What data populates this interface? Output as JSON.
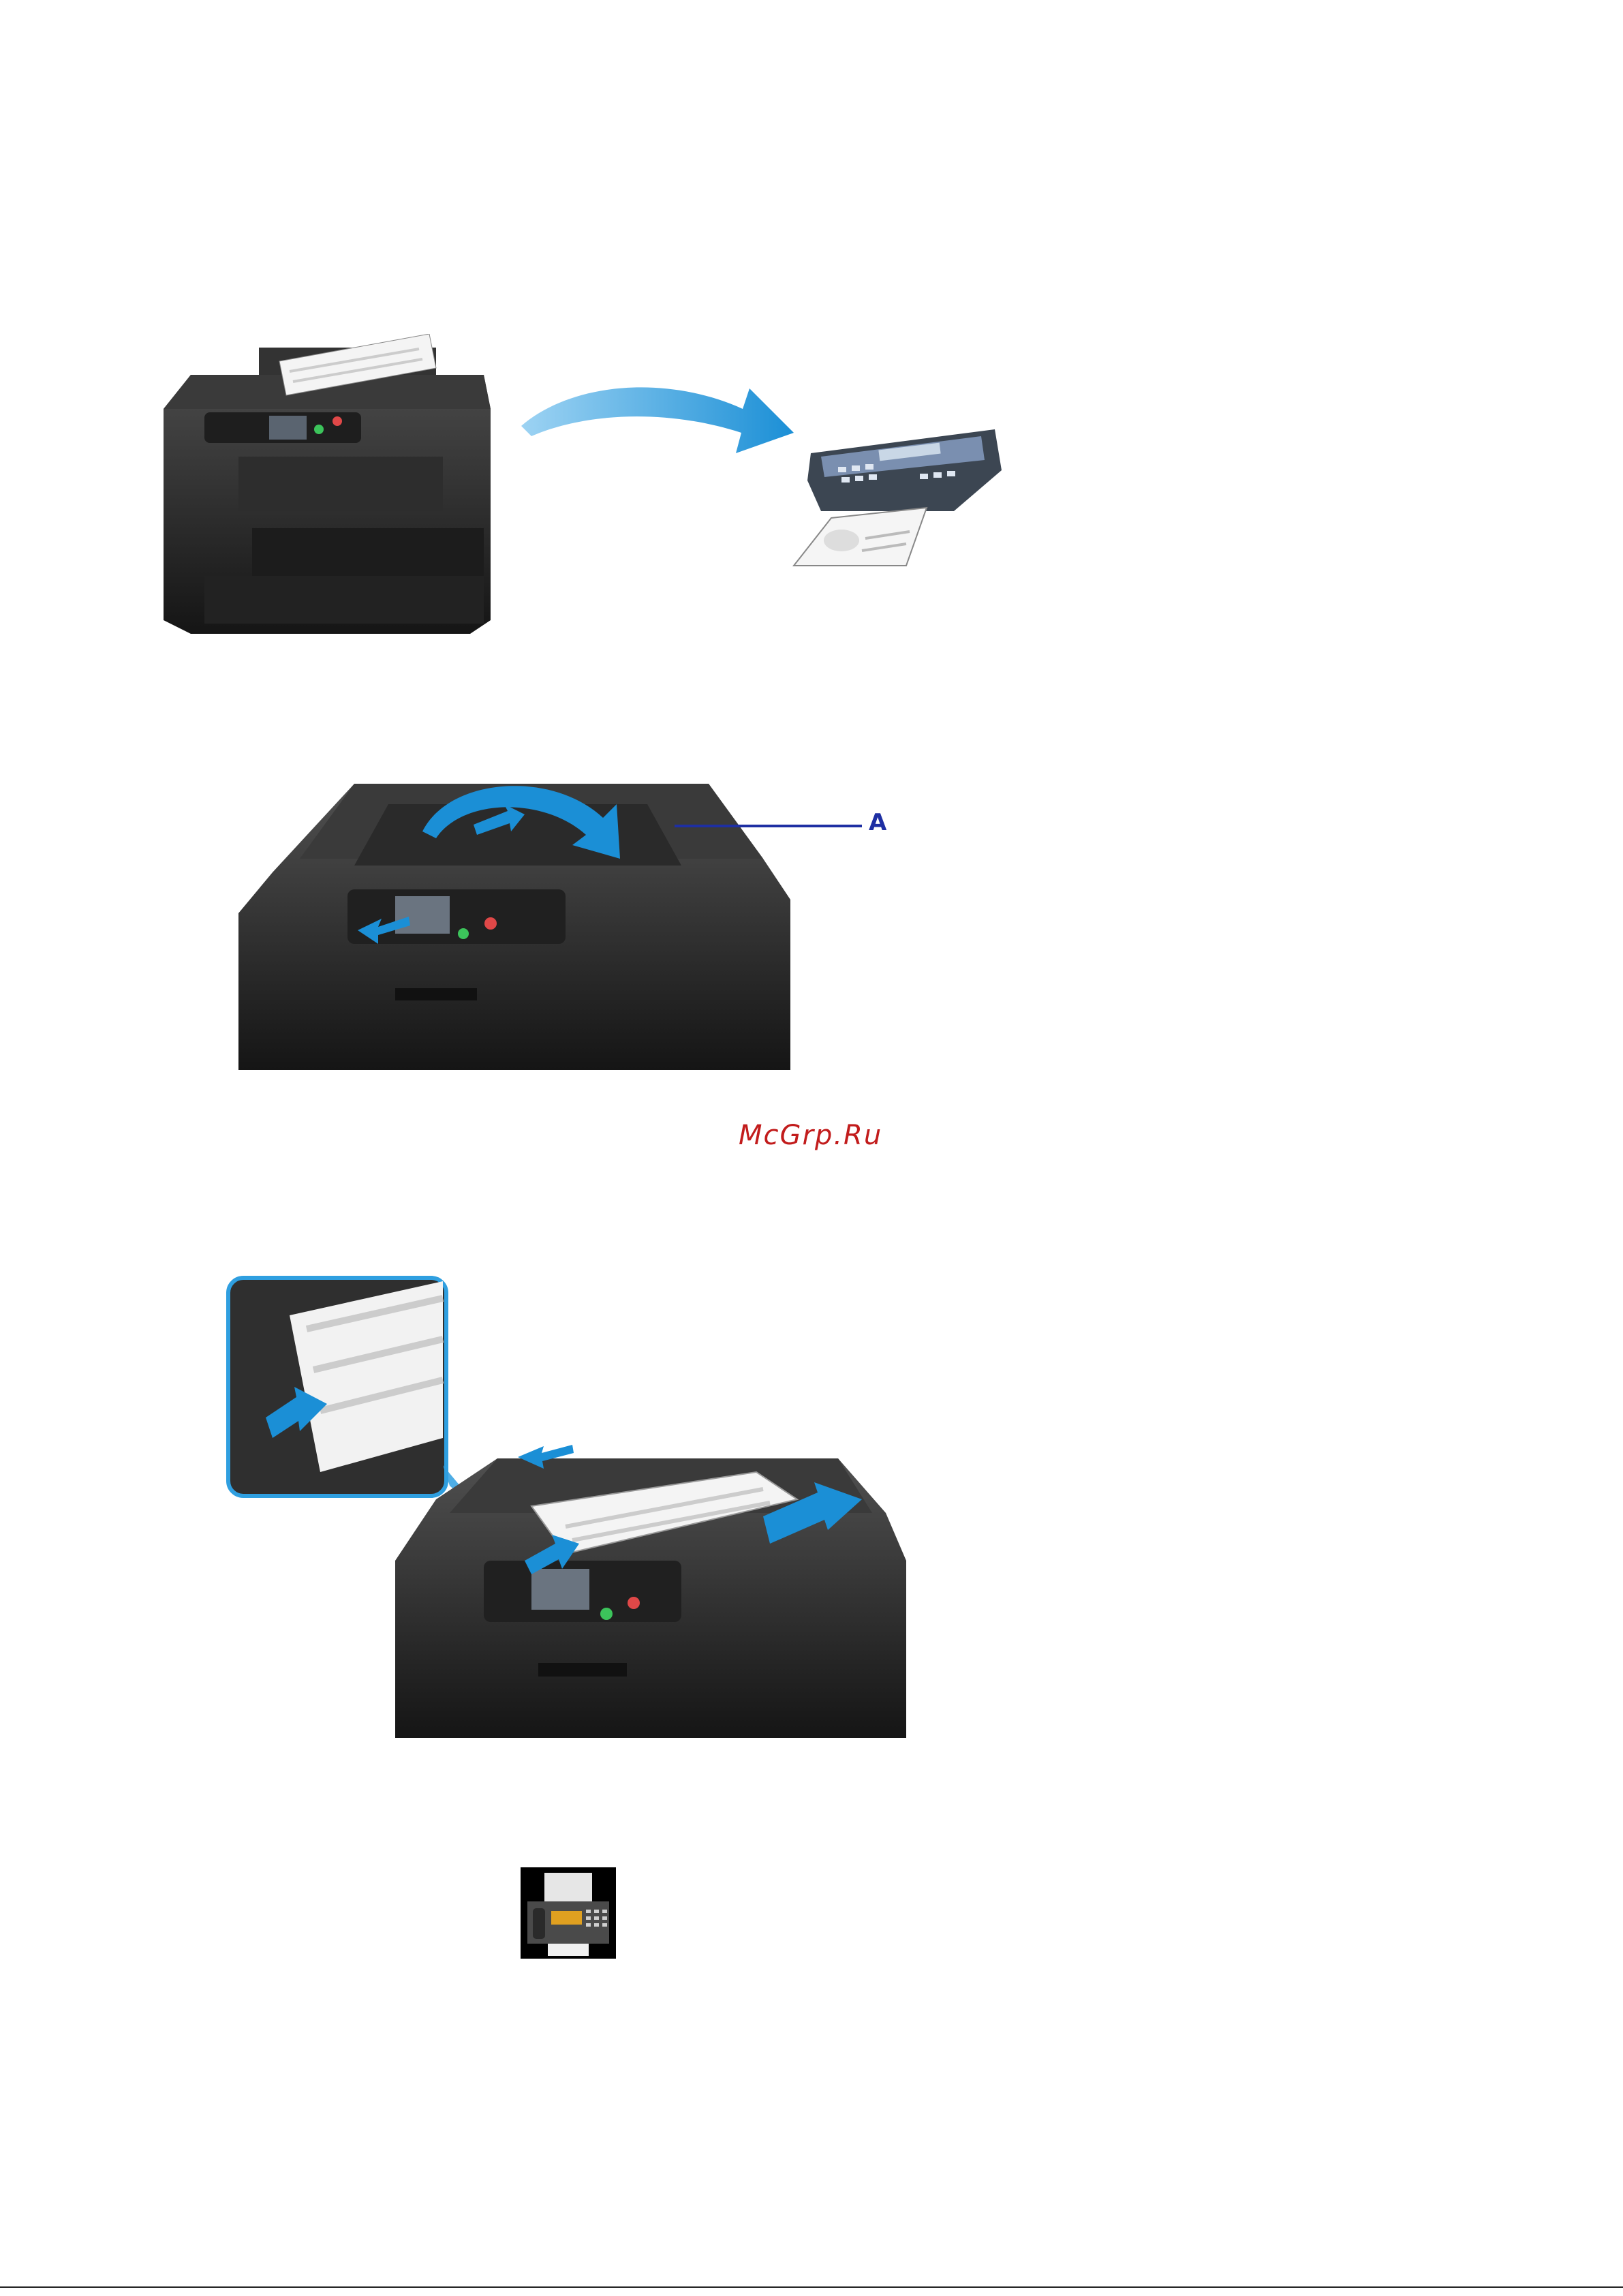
{
  "watermark": "McGrp.Ru",
  "figure2": {
    "callout_label": "A"
  },
  "colors": {
    "arrow_blue": "#1b8fd6",
    "printer_body": "#2a2a2a",
    "watermark_red": "#c21c1c",
    "callout_blue": "#1e2fa3"
  },
  "icons": [
    "printer-sending-to-fax-illustration",
    "document-feeder-guide-illustration",
    "document-loading-illustration",
    "fax-machine-icon"
  ]
}
